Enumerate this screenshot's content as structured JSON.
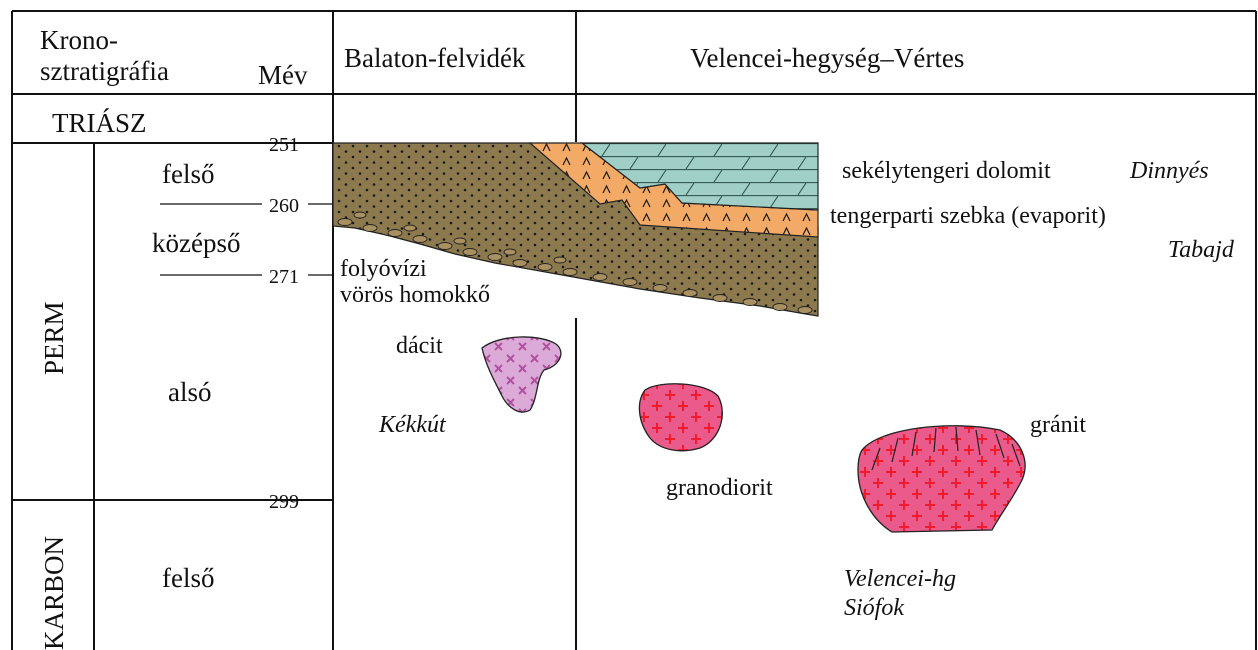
{
  "header": {
    "chrono_line1": "Krono-",
    "chrono_line2": "sztratigráfia",
    "age_unit": "Mév",
    "region_balaton": "Balaton-felvidék",
    "region_velence": "Velencei-hegység–Vértes"
  },
  "periods": {
    "triassic": "TRIÁSZ",
    "permian": "PERM",
    "carboniferous": "KARBON"
  },
  "epochs": {
    "perm_upper": "felső",
    "perm_middle": "középső",
    "perm_lower": "alsó",
    "carbon_upper": "felső"
  },
  "ages": [
    "251",
    "260",
    "271",
    "299"
  ],
  "rock_labels": {
    "dolomite": "sekélytengeri dolomit",
    "sabkha": "tengerparti szebka (evaporit)",
    "red_sandstone_line1": "folyóvízi",
    "red_sandstone_line2": "vörös homokkő",
    "dacite": "dácit",
    "granodiorite": "granodiorit",
    "granite": "gránit"
  },
  "localities": {
    "dinnyes": "Dinnyés",
    "tabajd": "Tabajd",
    "kekkut": "Kékkút",
    "velencei_hg": "Velencei-hg",
    "siofok": "Siófok"
  },
  "colors": {
    "sandstone": "#8c7a4e",
    "sandstone_dots": "#1a1a1a",
    "evaporite": "#f2aa66",
    "dolomite": "#9fcfc6",
    "dacite": "#dcaad8",
    "dacite_marks": "#b0529e",
    "granite": "#ea5a8a",
    "granite_marks": "#ee1c2c"
  }
}
